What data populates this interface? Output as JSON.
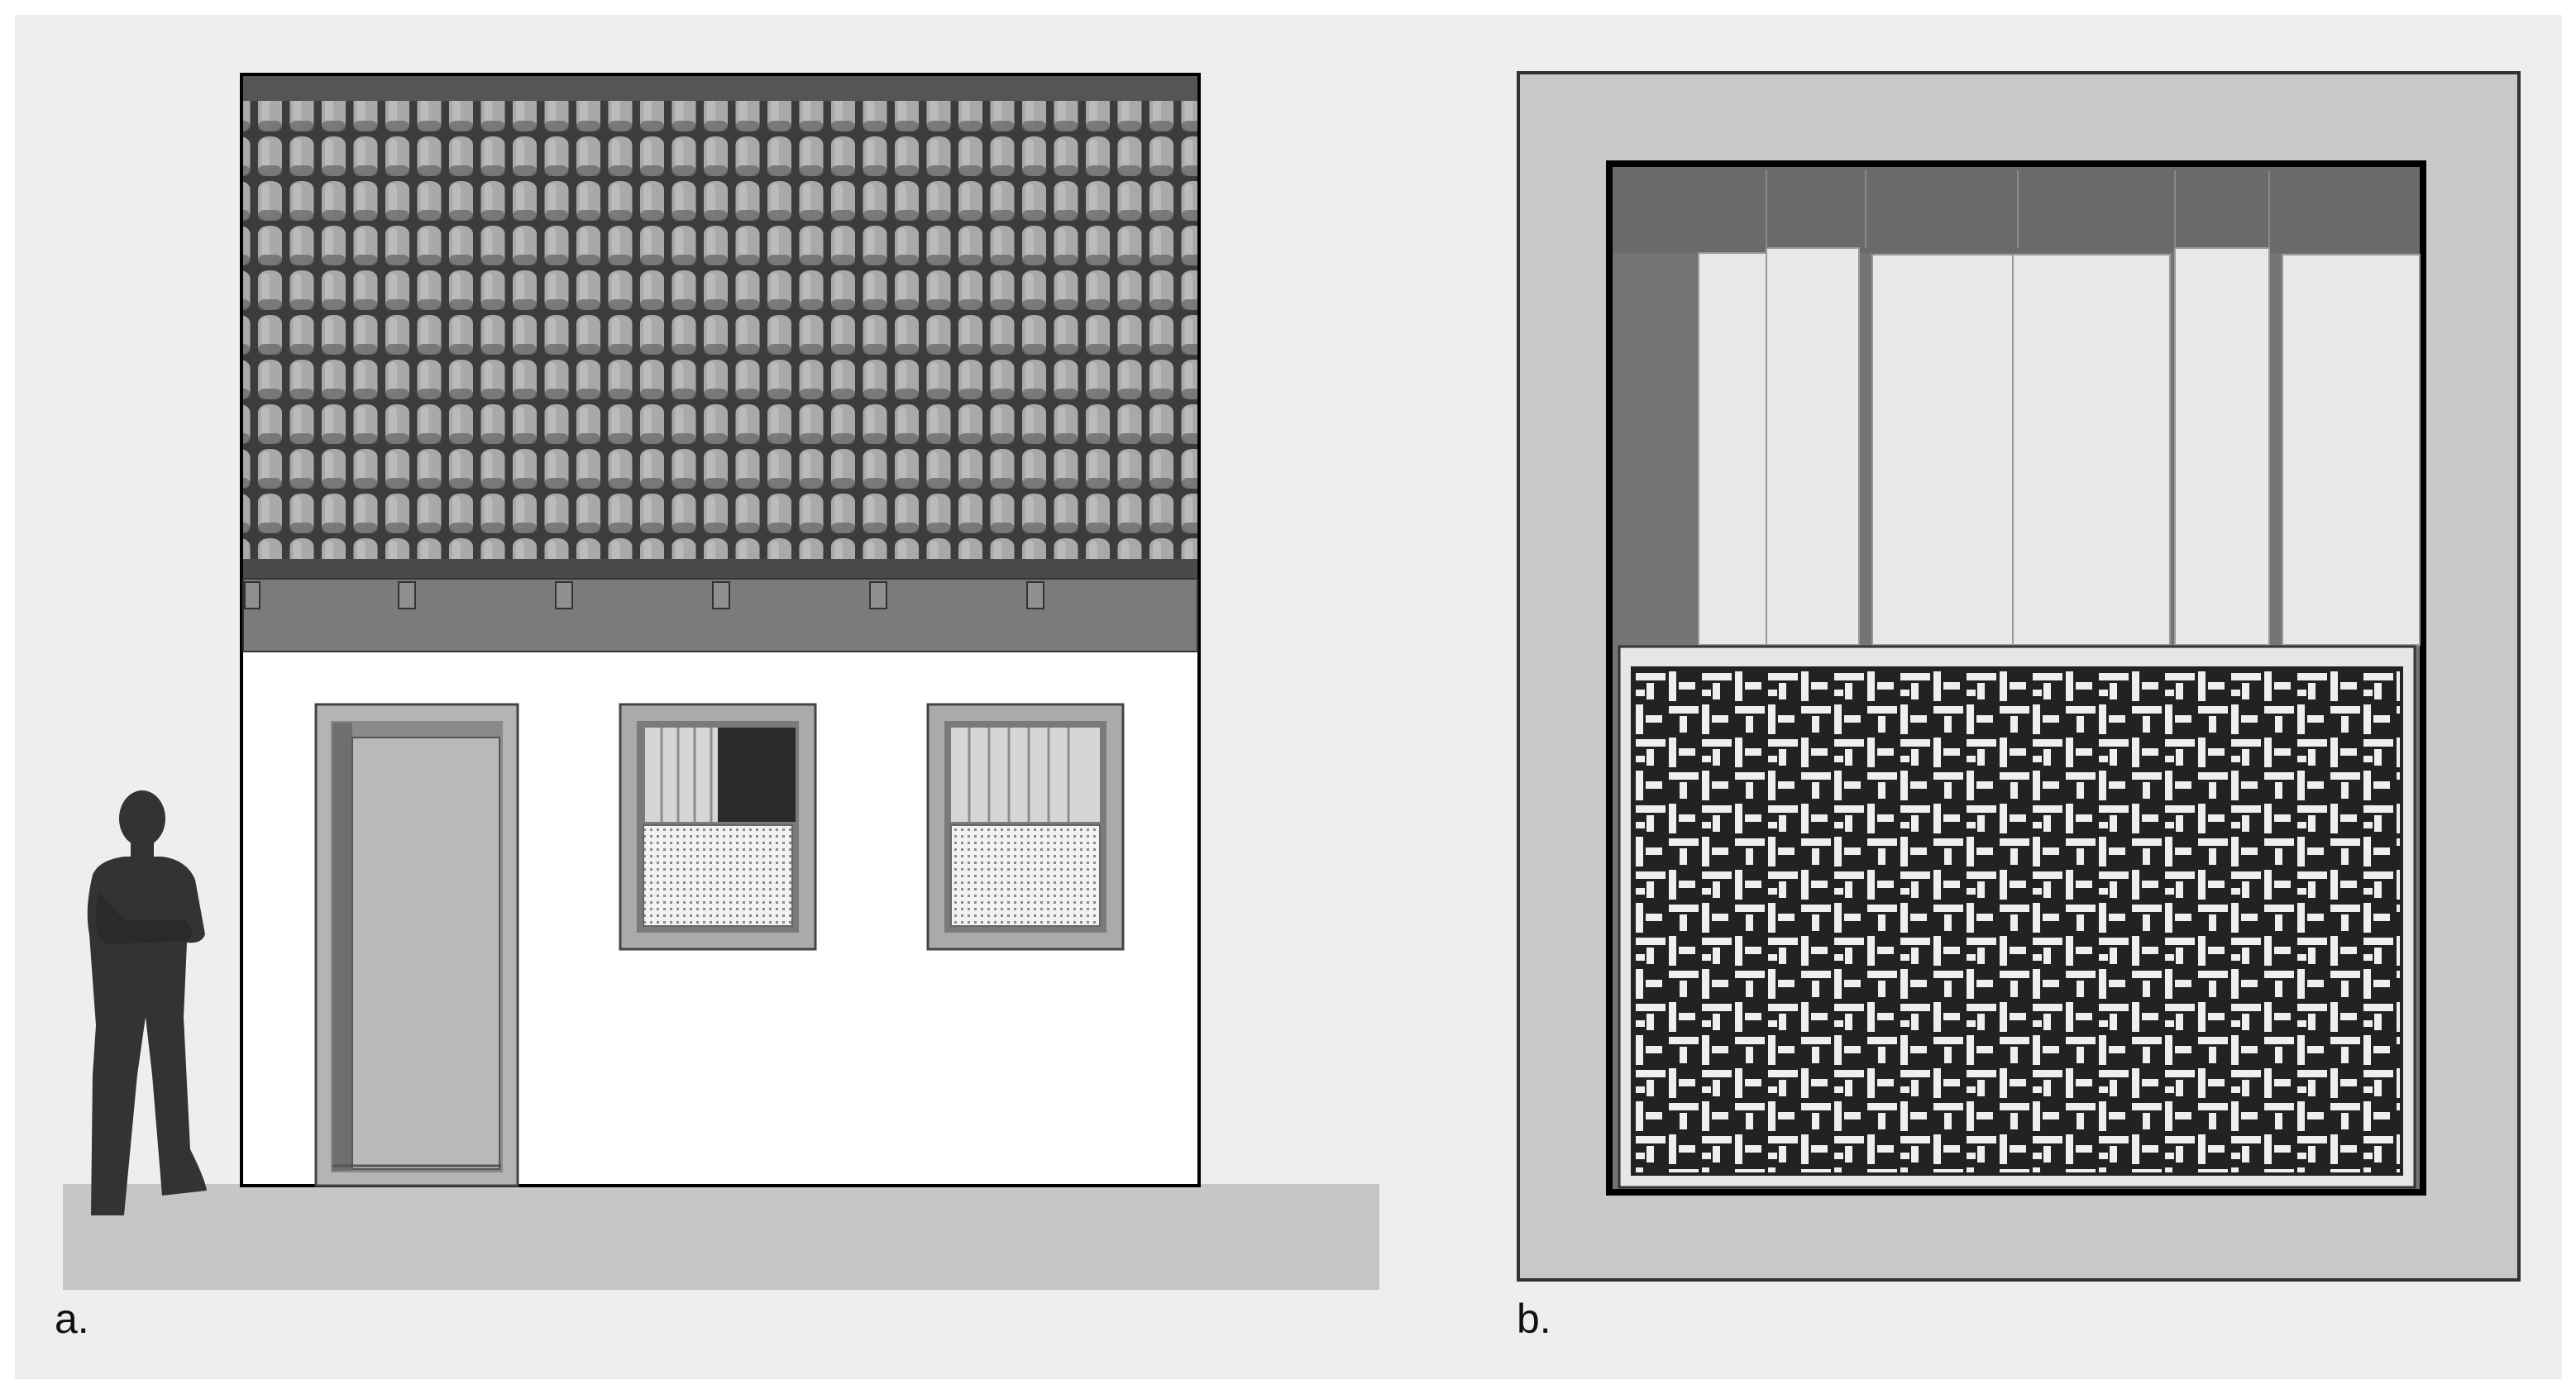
{
  "labels": {
    "panel_a": "a.",
    "panel_b": "b."
  },
  "colors": {
    "page_bg": "#ffffff",
    "panel_bg": "#eeeeee",
    "ground": "#c6c6c6",
    "wall": "#ffffff",
    "roof_dark": "#3c3c3c",
    "tile_light": "#a9a9a9",
    "tile_shadow": "#555555",
    "eave": "#7b7b7b",
    "frame_outer": "#9e9e9e",
    "door_glass": "#b9b9b9",
    "window_dark": "#2b2b2b",
    "detail_outer": "#c8c8c8",
    "detail_inner_dark": "#747474",
    "blind_light": "#e6e8ea",
    "lattice_light": "#efefef",
    "lattice_dark": "#222222",
    "silhouette": "#333333"
  },
  "icons": {
    "person": "person-silhouette-icon"
  },
  "elements": {
    "panel_a": "elevation-panel",
    "panel_b": "window-detail-panel"
  }
}
